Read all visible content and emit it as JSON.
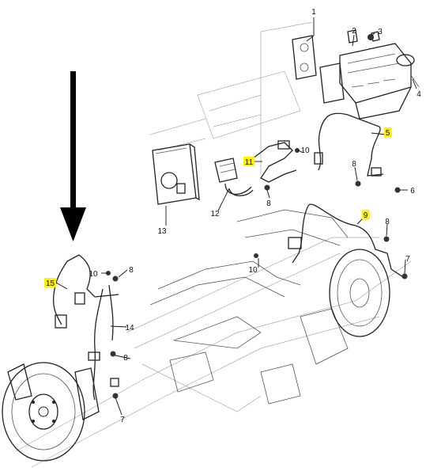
{
  "header": {
    "text": ""
  },
  "callouts": {
    "c1": "1",
    "c2": "2",
    "c3": "3",
    "c4": "4",
    "c5": "5",
    "c6": "6",
    "c7a": "7",
    "c7b": "7",
    "c8a": "8",
    "c8b": "8",
    "c8c": "8",
    "c8d": "8",
    "c8e": "8",
    "c9": "9",
    "c10a": "10",
    "c10b": "10",
    "c10c": "10",
    "c11": "11",
    "c12": "12",
    "c13": "13",
    "c14": "14",
    "c15": "15"
  },
  "highlighted_callouts": [
    "5",
    "9",
    "11",
    "15"
  ],
  "highlight_color": "#fff200",
  "arrow": {
    "direction": "down",
    "color": "#000000"
  }
}
